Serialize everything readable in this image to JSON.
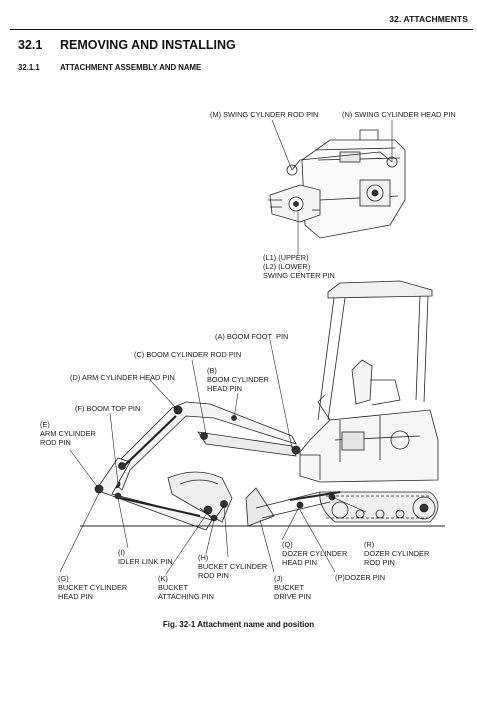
{
  "header": {
    "chapter": "32. ATTACHMENTS"
  },
  "section": {
    "number": "32.1",
    "title": "REMOVING AND INSTALLING"
  },
  "subsection": {
    "number": "32.1.1",
    "title": "ATTACHMENT ASSEMBLY AND NAME"
  },
  "labels": {
    "m": "(M) SWING CYLNDER ROD PIN",
    "n": "(N) SWING CYLINDER HEAD PIN",
    "l": "(L1) (UPPER)\n(L2) (LOWER)\nSWING CENTER PIN",
    "a": "(A) BOOM FOOT  PIN",
    "c": "(C) BOOM CYLINDER ROD PIN",
    "b": "(B)\nBOOM CYLINDER\nHEAD PIN",
    "d": "(D) ARM CYLINDER HEAD PIN",
    "f": "(F) BOOM TOP PIN",
    "e": "(E)\nARM CYLINDER\nROD PIN",
    "i": "(I)\nIDLER LINK PIN",
    "g": "(G)\nBUCKET CYLINDER\nHEAD PIN",
    "k": "(K)\nBUCKET\nATTACHING PIN",
    "h": "(H)\nBUCKET CYLINDER\nROD PIN",
    "j": "(J)\nBUCKET\nDRIVE PIN",
    "q": "(Q)\nDOZER CYLINDER\nHEAD PIN",
    "r": "(R)\nDOZER CYLINDER\nROD PIN",
    "p": "(P)DOZER PIN"
  },
  "caption": "Fig. 32-1 Attachment name and position"
}
